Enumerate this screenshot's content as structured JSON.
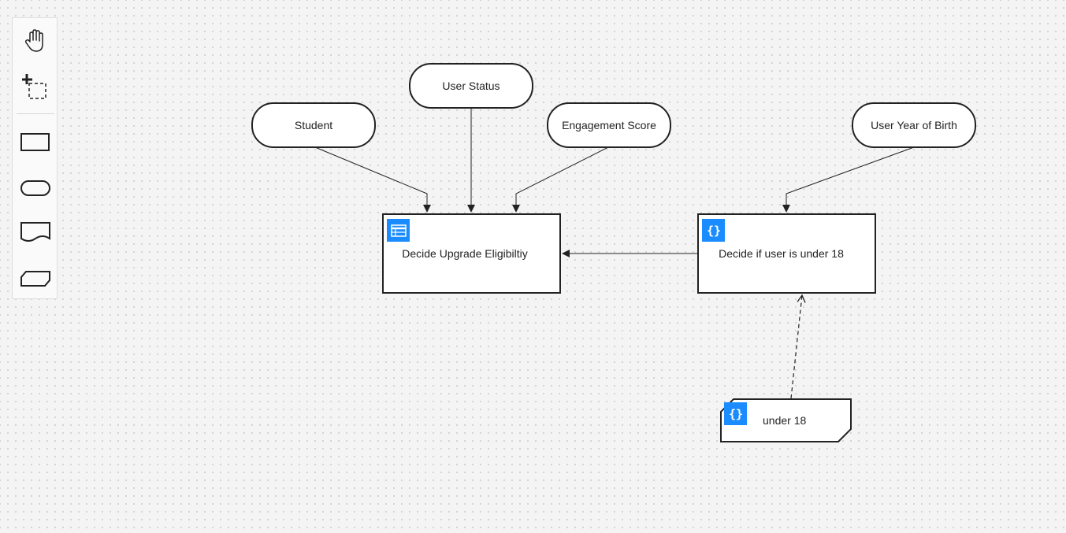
{
  "palette": {
    "tools": [
      {
        "name": "hand-tool",
        "icon": "hand-icon"
      },
      {
        "name": "lasso-tool",
        "icon": "lasso-icon"
      },
      {
        "name": "decision-tool",
        "icon": "rectangle-icon"
      },
      {
        "name": "input-data-tool",
        "icon": "rounded-rectangle-icon"
      },
      {
        "name": "knowledge-source-tool",
        "icon": "document-icon"
      },
      {
        "name": "business-knowledge-tool",
        "icon": "cut-corner-icon"
      }
    ]
  },
  "nodes": {
    "student": {
      "label": "Student",
      "type": "input-data"
    },
    "user_status": {
      "label": "User Status",
      "type": "input-data"
    },
    "engagement_score": {
      "label": "Engagement Score",
      "type": "input-data"
    },
    "user_year_of_birth": {
      "label": "User Year of Birth",
      "type": "input-data"
    },
    "decide_upgrade": {
      "label": "Decide Upgrade Eligibiltiy",
      "type": "decision",
      "badge_icon": "decision-table-icon"
    },
    "decide_under_18": {
      "label": "Decide if user is under 18",
      "type": "decision",
      "badge_icon": "literal-expression-icon"
    },
    "under_18": {
      "label": "under 18",
      "type": "business-knowledge-model",
      "badge_icon": "literal-expression-icon"
    }
  },
  "colors": {
    "accent": "#1a8cff",
    "stroke": "#222222",
    "canvas": "#f4f4f4"
  }
}
